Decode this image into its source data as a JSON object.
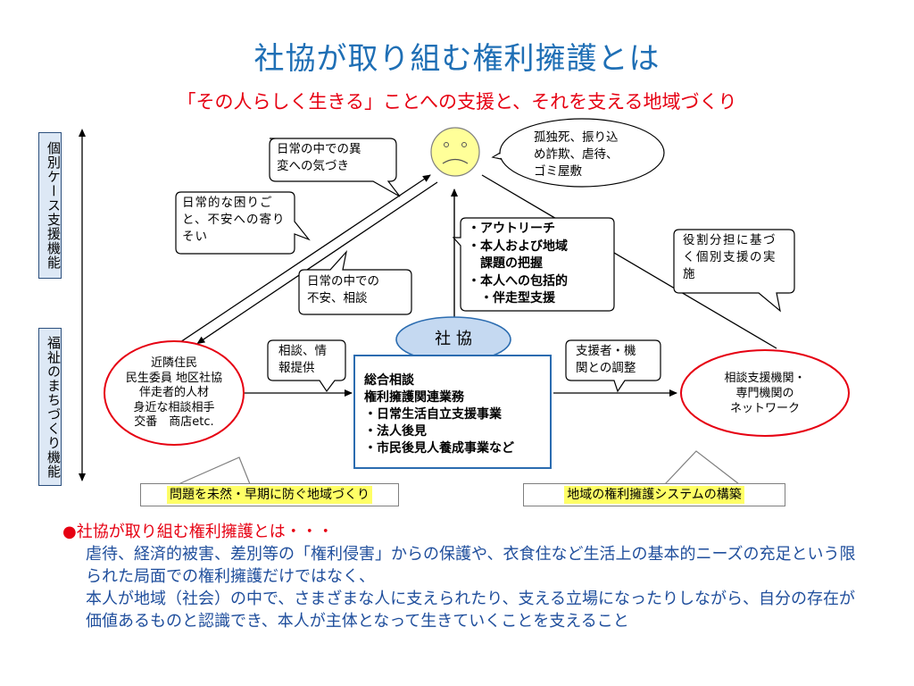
{
  "title": "社協が取り組む権利擁護とは",
  "subtitle": "「その人らしく生きる」ことへの支援と、それを支える地域づくり",
  "side_labels": {
    "top": "個別ケース支援機能",
    "bottom": "福祉のまちづくり機能"
  },
  "callouts": {
    "awareness": "日常の中での異\n変への気づき",
    "isolation": "孤独死、振り込\nめ詐欺、虐待、\nゴミ屋敷",
    "daily_worries": "日常的な困りごと、不安への寄りそい",
    "daily_anxiety": "日常の中での\n不安、相談",
    "role_sharing": "役割分担に基づく個別支援の実施",
    "consult_info": "相談、情\n報提供",
    "coordination": "支援者・機\n関との調整"
  },
  "outreach": [
    "・アウトリーチ",
    "・本人および地域",
    "　課題の把握",
    "・本人への包括的",
    "　・伴走型支援"
  ],
  "shakyo_label": "社 協",
  "main_box": [
    "総合相談",
    "権利擁護関連業務",
    "・日常生活自立支援事業",
    "・法人後見",
    "・市民後見人養成事業など"
  ],
  "left_node": [
    "近隣住民",
    "民生委員 地区社協",
    "伴走者的人材",
    "身近な相談相手",
    "交番　商店etc."
  ],
  "right_node": [
    "相談支援機関・",
    "専門機関の",
    "ネットワーク"
  ],
  "ribbons": {
    "left": "問題を未然・早期に防ぐ地域づくり",
    "right": "地域の権利擁護システムの構築"
  },
  "bottom": {
    "lead": "●社協が取り組む権利擁護とは・・・",
    "para1": "虐待、経済的被害、差別等の「権利侵害」からの保護や、衣食住など生活上の基本的ニーズの充足という限られた局面での権利擁護だけではなく、",
    "para2": "本人が地域（社会）の中で、さまざまな人に支えられたり、支える立場になったりしながら、自分の存在が価値あるものと認識でき、本人が主体となって生きていくことを支えること"
  },
  "colors": {
    "title": "#1f6fb5",
    "subtitle": "#e60012",
    "node_border": "#e60012",
    "main_box_border": "#2b6cb0",
    "shakyo_fill": "#c5d9f1",
    "face_fill": "#ffff99",
    "ribbon_highlight": "#ffff66"
  }
}
